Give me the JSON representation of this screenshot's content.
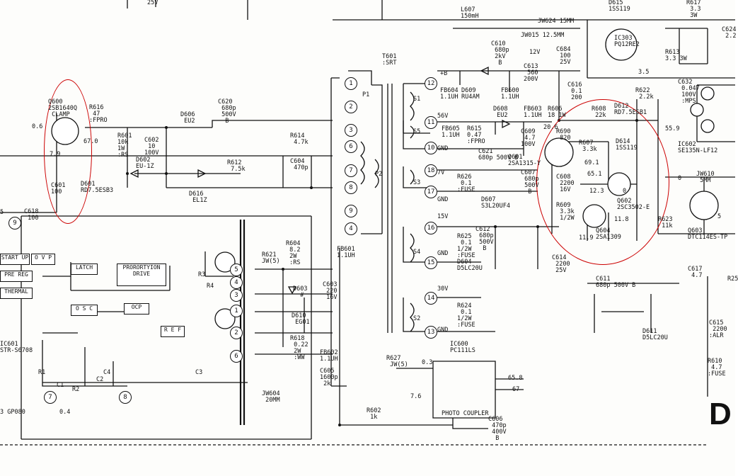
{
  "sheet": {
    "section": "D"
  },
  "pins": {
    "p1": "1",
    "p2": "2",
    "p3": "3",
    "p6": "6",
    "p7": "7",
    "p8": "8",
    "p9": "9",
    "p4": "4",
    "p12": "12",
    "p11": "11",
    "p10": "10",
    "p18": "18",
    "p17": "17",
    "p16": "16",
    "p15": "15",
    "p14": "14",
    "p13": "13",
    "i5": "5",
    "i4": "4",
    "i3": "3",
    "i1": "1",
    "i2": "2",
    "i6": "6",
    "i9": "9",
    "i8": "8",
    "i7": "7"
  },
  "ic601": {
    "start_up": "START UP",
    "ovp": "O V P",
    "pre_reg": "PRE REG",
    "thermal": "THERMAL",
    "latch": "LATCH",
    "proportion": "PRORORTYION",
    "drive": "DRIVE",
    "osc": "O S C",
    "ocp": "OCP",
    "ref": "R E F"
  },
  "labels": {
    "q600": "Q600\n2SB1640Q\n CLAMP",
    "q600_v": "0.6",
    "r616": "R616\n 47\n:FPRO",
    "r616_v": "67.0",
    "r601": "R601\n10k\n1W\n:RS",
    "q600_v2": "7.9",
    "c601": "C601\n100",
    "d601": "D601\nRD7.5ESB3",
    "c618": "C618\n 100",
    "left_v": "5",
    "d606": "D606\n EU2",
    "c620": "C620\n 680p\n 500V\n  B",
    "c602": "C602\n 10\n100V",
    "d602": "D602\nEU-1Z",
    "r614": "R614\n 4.7k",
    "r612": "R612\n 7.5k",
    "c604": "C604\n 470p",
    "d616": "D616\n EL1Z",
    "t601": "T601\n:SRT",
    "p1": "P1",
    "p2": "P2",
    "l607": "L607\n150mH",
    "jw624": "JW624 15MM",
    "jw015": "JW015 12.5MM",
    "v12": "12V",
    "c610": "C610\n 680p\n 2kV\n  B",
    "c684": "C684\n 100\n 25V",
    "c613": "C613\n 560\n200V",
    "bplus": "+B",
    "s1": "S1",
    "fb604": "FB604\n1.1UH",
    "d609": "D609\nRU4AM",
    "fb600": "FB600\n1.1UH",
    "c616": "C616\n 0.1\n 200",
    "v56": "56V",
    "d608": "D608\n EU2",
    "fb603": "FB603\n1.1UH",
    "r606": "R606\n18 1W",
    "s5": "S5",
    "fb605": "FB605\n1.1UH",
    "r615": "R615\n0.47\n:FPRO",
    "c609": "C609\n 4.7\n100V",
    "r690": "R690\n 820",
    "gnd": "GND",
    "c621": "C621\n680p 500V B",
    "q601": "Q601\n2SA1315-Y",
    "v7": "7V",
    "s3": "S3",
    "r626": "R626\n 0.1\n:FUSE",
    "c607": "C607\n 680p\n 500V\n  B",
    "c608": "C608\n 2200\n 16V",
    "d607": "D607\nS3L20UF4",
    "v15": "15V",
    "r625": "R625\n 0.1\n1/2W\n:FUSE",
    "c612": "C612\n 680p\n 500V\n  B",
    "s4": "S4",
    "d604": "D604\nD5LC20U",
    "c614": "C614\n 2200\n 25V",
    "v30": "30V",
    "r624": "R624\n 0.1\n1/2W\n:FUSE",
    "s2": "S2",
    "r608": "R608\n 22k",
    "d612": "D612\nRD7.5ESB1",
    "r622": "R622\n 2.2k",
    "r607": "R607\n 3.3k",
    "d614": "D614\n1SS119",
    "q601_v": "20.6",
    "q602_v1": "69.1",
    "q602_v2": "65.1",
    "q602": "Q602\n2SC3502-E",
    "q602_v3": "12.3",
    "q602_v4": "0",
    "r609": "R609\n 3.3k\n 1/2W",
    "q604_v1": "11.8",
    "q604_v2": "11.9",
    "q604": "Q604\n2SA1309",
    "r623": "R623\n 11k",
    "d615": "D615\n1SS119",
    "r617": "R617\n 3.3\n 3W",
    "ic303": "IC303\nPQ12RE2",
    "r613": "R613\n3.3 3W",
    "c624": "C624\n 2.2",
    "ic303_v": "3.5",
    "c632": "C632\n 0.047\n 100V\n :MPS",
    "ic602": "IC602\nSE135N-LF12",
    "v559": "55.9",
    "jw610": "JW610\n 5MM",
    "q603_0": "0",
    "q603_v": "5",
    "q603": "Q603\nDTC114ES-TP",
    "c611": "C611\n680p 500V B",
    "d611": "D611\nD5LC20U",
    "c617": "C617\n 4.7",
    "r25": "R25",
    "c615": "C615\n 2200\n:ALR",
    "r610": "R610\n 4.7\n:FUSE",
    "ic600": "IC600\nPC111LS",
    "r627": "R627\n JW(5)",
    "ic600_v1": "0.3",
    "ic600_v2": "65.8",
    "ic600_v3": "67",
    "ic600_v4": "7.6",
    "photo_coupler": "PHOTO COUPLER",
    "c606": "C606\n 470p\n 400V\n  B",
    "r602": "R602\n 1k",
    "fb601": "FB601\n1.1UH",
    "r604": "R604\n 8.2\n 2W\n :RS",
    "r621": "R621\nJW(5)",
    "d603": "D603\n  #",
    "c603": "C603\n 220\n 16V",
    "d610": "D610\n EG01",
    "r618": "R618\n 0.22\n 2W\n :WW",
    "fb602": "FB602\n1.1UH",
    "c605": "C605\n1600p\n 2k",
    "jw604": "JW604\n 20MM",
    "r3": "R3",
    "r4": "R4",
    "c3": "C3",
    "ic601": "IC601\nSTR-S6708",
    "r1": "R1",
    "c1": "C1",
    "r2": "R2",
    "c2": "C2",
    "c4": "C4",
    "gp080": "3 GP080",
    "ic601_v": "0.4",
    "top_25v": "25V"
  }
}
